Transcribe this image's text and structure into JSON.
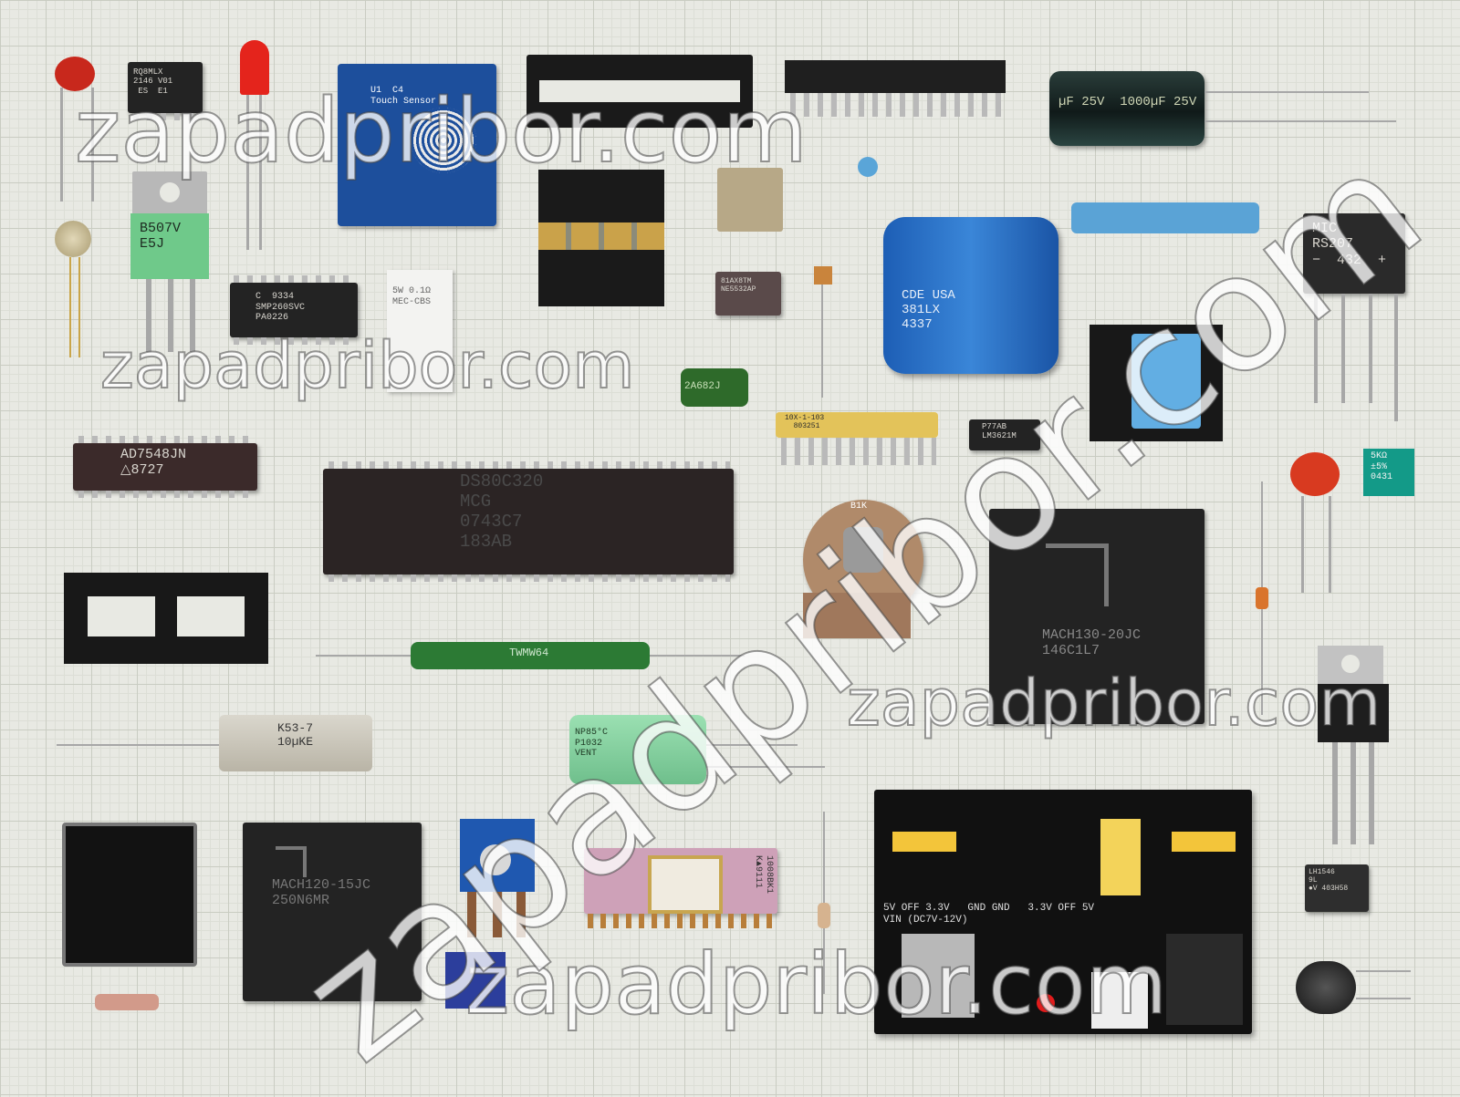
{
  "watermark": {
    "text": "zapadpribor.com"
  },
  "labels": {
    "rq8mlx": "RQ8MLX\n2146 V01\n ES  E1",
    "touch_sensor": "U1  C4\nTouch Sensor",
    "cap_1000uf": "µF 25V  1000µF 25V",
    "b507v": "B507V\nE5J",
    "smp": "C  9334\nSMP260SVC\nPA0226",
    "mec": "5W 0.1Ω\nMEC-CBS",
    "trimpot_ne": "81AX8TM\nNE5532AP",
    "cde_cap": "CDE USA\n381LX\n4337",
    "mic_rs207": "MIC\nRS207\n−  432  +",
    "film_cap": "2A682J",
    "rnet": "10X-1-103\n  803251",
    "lm3621": "P77AB\nLM3621M",
    "ad7548": "AD7548JN\n△8727",
    "ds80c320": "DS80C320\nMCG\n0743C7\n183AB",
    "pot_b1k": "B1K",
    "mach130": "MACH130-20JC\n146C1L7",
    "trimmer_5k": "5KΩ\n±5%\n0431",
    "ww_res": "TWMW64",
    "k53": "K53-7\n10µKE",
    "np_cap": "NP85°C\nP1032\nVENT",
    "mach120": "MACH120-15JC\n250N6MR",
    "k1008": "1008BK1\nK▲9111",
    "breadboard_psu": "5V OFF 3.3V   GND GND   3.3V OFF 5V\nVIN (DC7V-12V)",
    "lh1546": "LH1546\n9L\n●V 403H58"
  }
}
